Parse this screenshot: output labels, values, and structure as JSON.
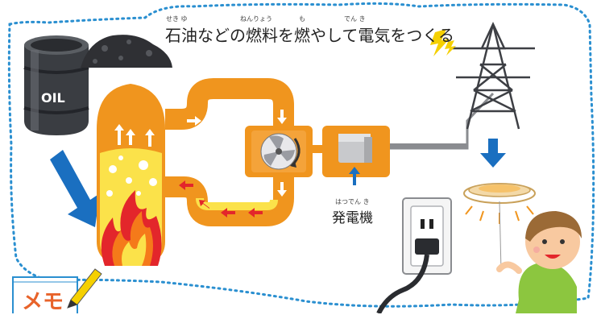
{
  "title": {
    "text": "石油などの燃料を燃やして電気をつくる",
    "furigana": {
      "sekiyu": "せき ゆ",
      "nenryou": "ねんりょう",
      "mo": "も",
      "denki": "でん き"
    }
  },
  "generator": {
    "label": "発電機",
    "furigana": "はつでん き"
  },
  "oil_drum": {
    "label": "OIL"
  },
  "memo": {
    "label": "メモ"
  },
  "colors": {
    "border": "#2a8fd0",
    "pipe": "#f0951e",
    "boiler": "#f0951e",
    "water": "#fbe24a",
    "arrow_blue": "#1a6fc0",
    "flow_arrow_white": "#ffffff",
    "flow_arrow_red": "#e3262b",
    "lightning": "#f5d000"
  }
}
